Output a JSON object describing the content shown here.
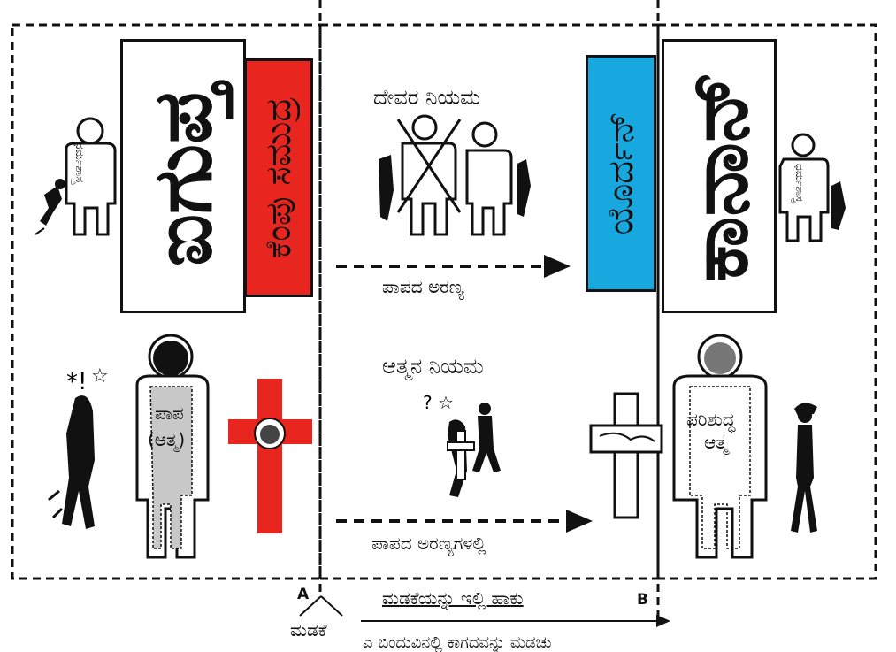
{
  "left_panel": {
    "title_vertical": "ಐಗುಪ್ತ",
    "red_box_vertical": "ಕೆಂಪು ಸಮುದ್ರ",
    "small_figure_label": "ಧರ್ಮಶಾಸ್ತ್ರ",
    "cross_figure_label_line1": "ಪಾಪ",
    "cross_figure_label_line2": "(ಆತ್ಮ)"
  },
  "middle_panel": {
    "law_of_god": "ದೇವರ ನಿಯಮ",
    "wilderness_of_sin": "ಪಾಪದ ಅರಣ್ಯ",
    "law_of_spirit": "ಆತ್ಮನ ನಿಯಮ",
    "in_wildernesses_of_sin": "ಪಾಪದ ಅರಣ್ಯಗಳಲ್ಲಿ"
  },
  "right_panel": {
    "blue_box_vertical": "ಯೊರ್ದನ್",
    "title_vertical": "ಕಾನಾನ್",
    "small_figure_label": "ಧರ್ಮಶಾಸ್ತ್ರ",
    "holy_spirit_line1": "ಪರಿಶುದ್ಧ",
    "holy_spirit_line2": "ಆತ್ಮ"
  },
  "footer": {
    "marker_a": "A",
    "marker_b": "B",
    "fold_label": "ಮಡಕೆ",
    "fold_here": "ಮಡಕೆಯನ್ನು ಇಲ್ಲಿ ಹಾಕು",
    "fold_instruction_cut": "ಎ ಬಿಂದುವಿನಲ್ಲಿ ಕಾಗದವನ್ನು ಮಡಚು"
  },
  "colors": {
    "red": "#e8261f",
    "blue": "#17a8e0",
    "grey_fill": "#c8c8c8",
    "ink": "#111111"
  }
}
